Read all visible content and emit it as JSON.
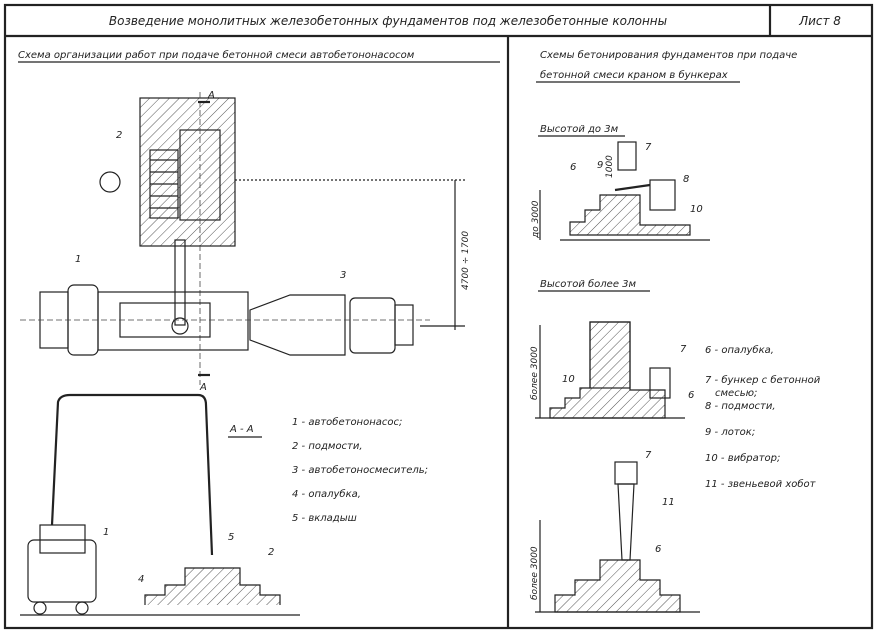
{
  "title": "Возведение монолитных железобетонных фундаментов под железобетонные колонны",
  "sheet": "Лист 8",
  "left": {
    "header": "Схема организации работ при подаче бетонной смеси автобетононасосом",
    "section_mark": "А",
    "section_title": "А - А",
    "dimension": "4700 ÷ 1700",
    "callouts": [
      "1",
      "2",
      "3",
      "4",
      "5"
    ],
    "legend": [
      "1 - автобетононасос;",
      "2 - подмости,",
      "3 - автобетоносмеситель;",
      "4 - опалубка,",
      "5 - вкладыш"
    ]
  },
  "right": {
    "header_line1": "Схемы бетонирования фундаментов при подаче",
    "header_line2": "бетонной смеси краном в бункерах",
    "sub1": "Высотой до 3м",
    "sub2": "Высотой более 3м",
    "dim_upto": "до 3000",
    "dim_1000": "1000",
    "dim_more": "более 3000",
    "callouts": [
      "6",
      "7",
      "8",
      "9",
      "10",
      "11"
    ],
    "legend": [
      "6 - опалубка,",
      "7 - бункер с бетонной",
      "смесью;",
      "8 - подмости,",
      "9 - лоток;",
      "10 - вибратор;",
      "11 - звеньевой хобот"
    ]
  }
}
